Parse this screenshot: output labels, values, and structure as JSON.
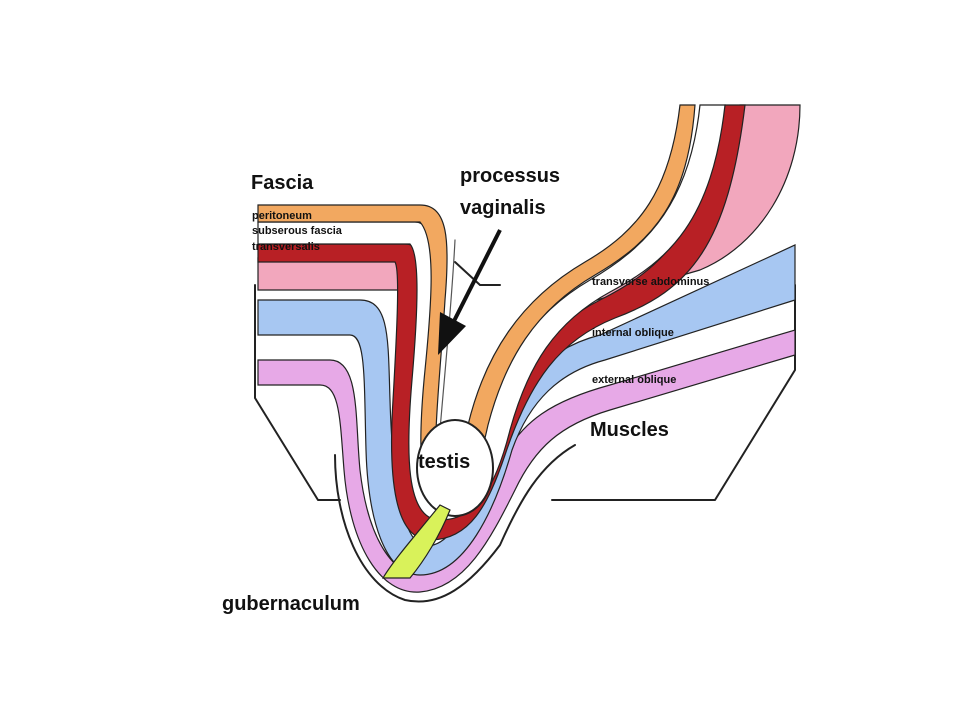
{
  "labels": {
    "fascia": "Fascia",
    "peritoneum": "peritoneum",
    "subserous_fascia": "subserous fascia",
    "transversalis": "transversalis",
    "processus_line1": "processus",
    "processus_line2": "vaginalis",
    "transverse_abdominis": "transverse abdominus",
    "internal_oblique": "internal oblique",
    "external_oblique": "external oblique",
    "muscles": "Muscles",
    "testis": "testis",
    "gubernaculum": "gubernaculum"
  },
  "colors": {
    "peritoneum": "#f2a860",
    "subserous": "#ffffff",
    "transversalis": "#b82025",
    "transverse_abdominis": "#f2a7bd",
    "internal_oblique": "#a7c7f2",
    "external_oblique": "#e7a9e7",
    "gubernaculum": "#d9f25a",
    "outline": "#222222"
  }
}
